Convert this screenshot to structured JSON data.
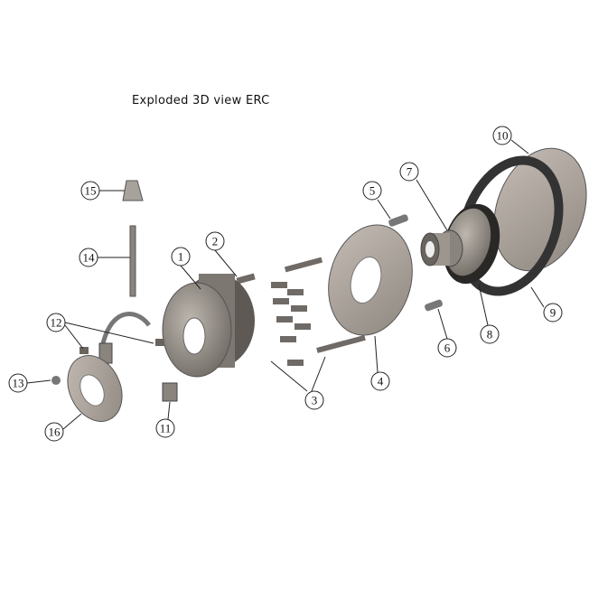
{
  "title": "Exploded 3D view ERC",
  "callouts": [
    "1",
    "2",
    "3",
    "4",
    "5",
    "6",
    "7",
    "8",
    "9",
    "10",
    "11",
    "12",
    "13",
    "14",
    "15",
    "16"
  ]
}
